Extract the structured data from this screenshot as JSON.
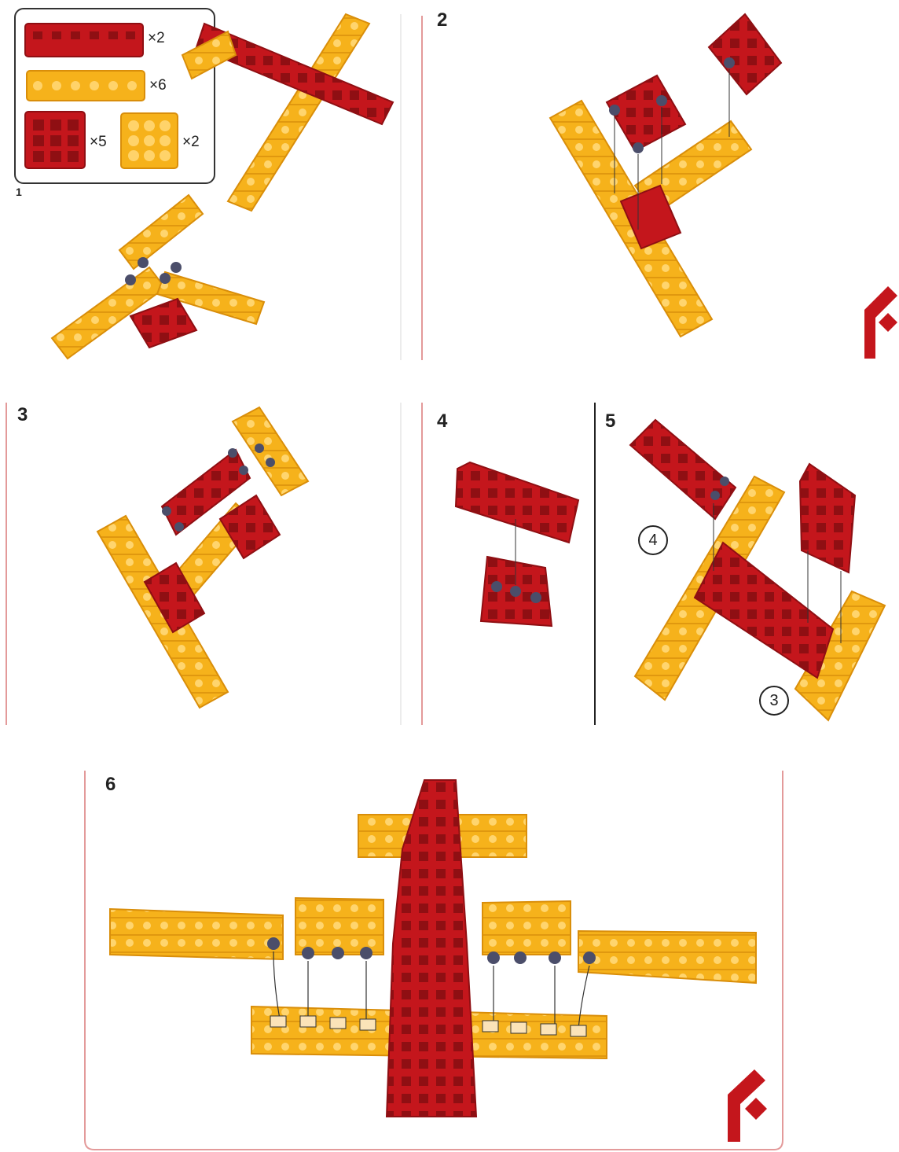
{
  "legend": {
    "items": [
      {
        "piece": "red-2x6-plate",
        "count": "×2"
      },
      {
        "piece": "yellow-2x6-plate",
        "count": "×6"
      },
      {
        "piece": "red-3x3-plate",
        "count": "×5"
      },
      {
        "piece": "yellow-3x3-plate",
        "count": "×2"
      }
    ]
  },
  "steps": [
    {
      "label": "1"
    },
    {
      "label": "2"
    },
    {
      "label": "3"
    },
    {
      "label": "4"
    },
    {
      "label": "5"
    },
    {
      "label": "6"
    }
  ],
  "callouts": {
    "step5_a": "4",
    "step5_b": "3"
  },
  "colors": {
    "red": "#c4161c",
    "red_dark": "#8f0f13",
    "yellow": "#f6b21b",
    "yellow_dark": "#d98e0a",
    "peg": "#4b4e6a",
    "accent": "#c4161c"
  },
  "icons": {
    "brand": "brand-logo-icon"
  }
}
